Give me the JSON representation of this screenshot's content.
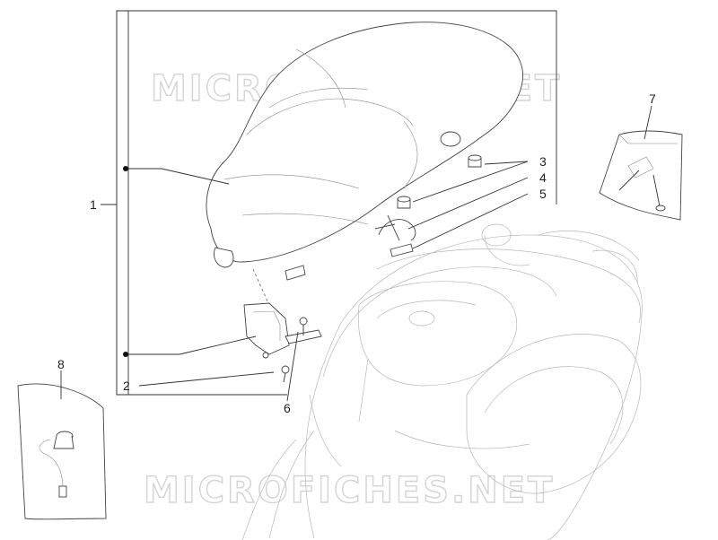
{
  "watermark": "MICROFICHES.NET",
  "callouts": [
    {
      "id": "1",
      "label": "1"
    },
    {
      "id": "2",
      "label": "2"
    },
    {
      "id": "3",
      "label": "3"
    },
    {
      "id": "4",
      "label": "4"
    },
    {
      "id": "5",
      "label": "5"
    },
    {
      "id": "6",
      "label": "6"
    },
    {
      "id": "7",
      "label": "7"
    },
    {
      "id": "8",
      "label": "8"
    }
  ],
  "colors": {
    "outline": "#333333",
    "watermark": "#d4d4d4",
    "background": "#ffffff"
  }
}
